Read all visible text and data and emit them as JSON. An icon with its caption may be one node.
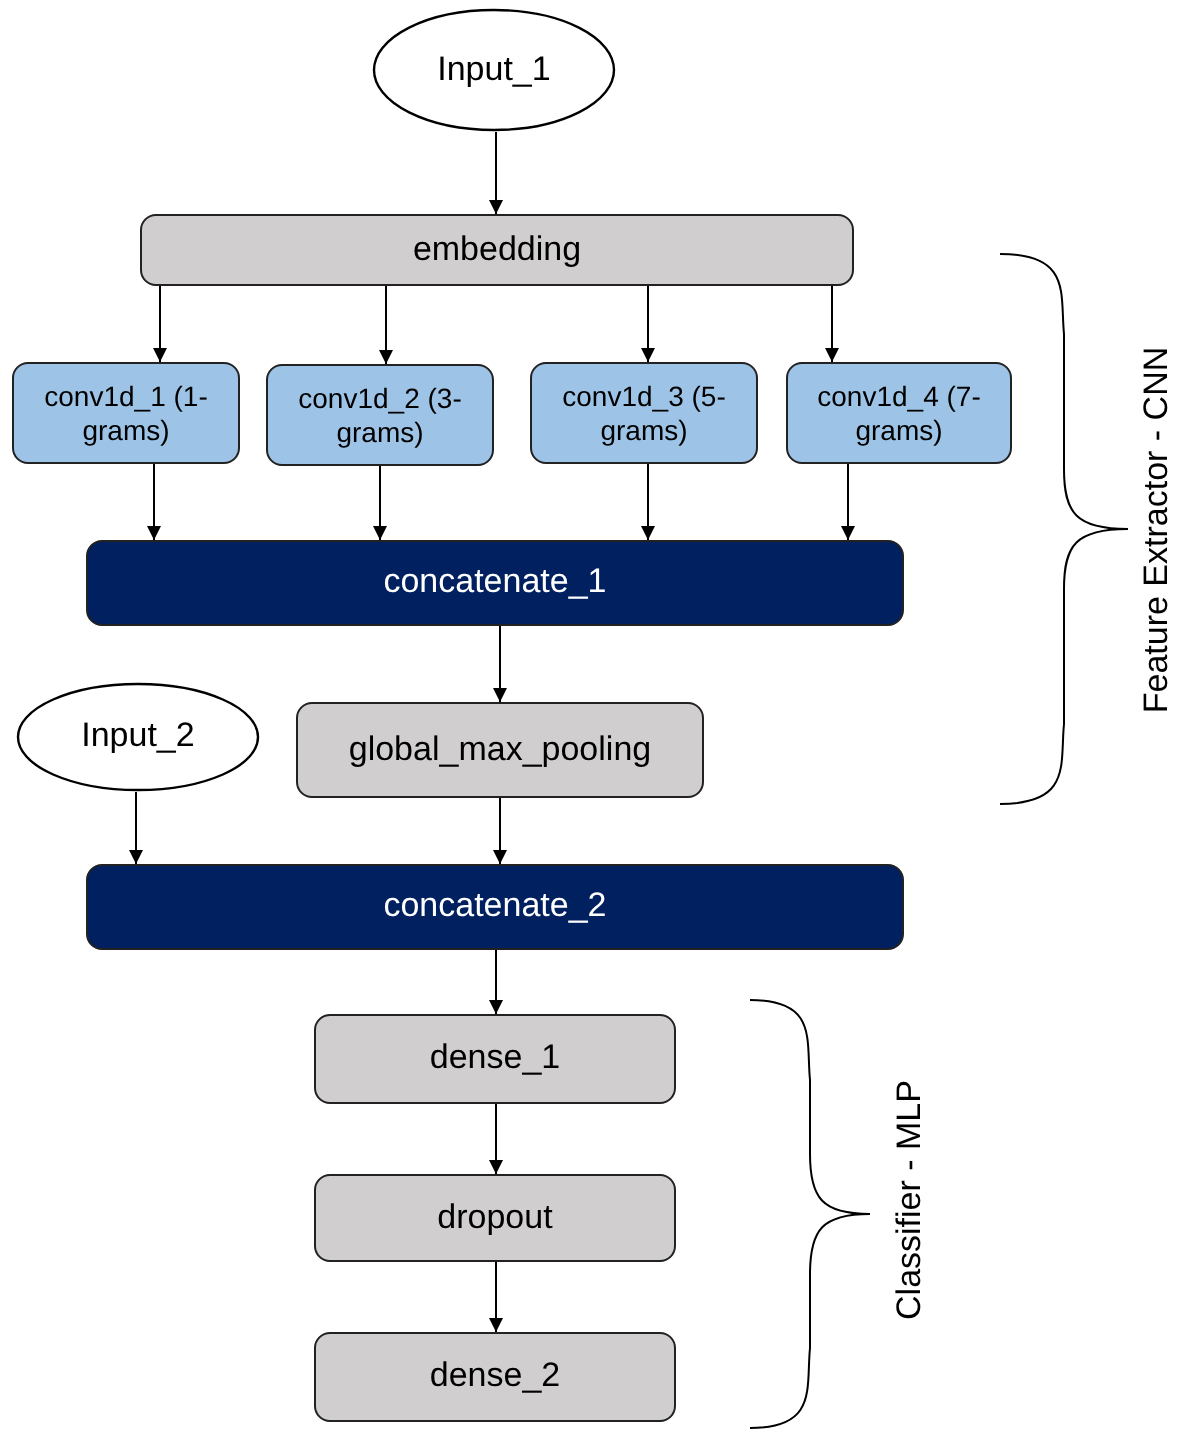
{
  "diagram": {
    "nodes": [
      {
        "text": [
          "Input_1"
        ]
      },
      {
        "text": [
          "embedding"
        ]
      },
      {
        "text": [
          "conv1d_1 (1-grams)"
        ]
      },
      {
        "text": [
          "conv1d_2 (3-grams)"
        ]
      },
      {
        "text": [
          "conv1d_3 (5-grams)"
        ]
      },
      {
        "text": [
          "conv1d_4 (7-grams)"
        ]
      },
      {
        "text": [
          "concatenate_1"
        ]
      },
      {
        "text": [
          "Input_2"
        ]
      },
      {
        "text": [
          "global_max_pooling"
        ]
      },
      {
        "text": [
          "concatenate_2"
        ]
      },
      {
        "text": [
          "dense_1"
        ]
      },
      {
        "text": [
          "dropout"
        ]
      },
      {
        "text": [
          "dense_2"
        ]
      }
    ],
    "edges": [
      {
        "from": 0,
        "to": 1,
        "arrow": "to"
      },
      {
        "from": 1,
        "to": 2,
        "arrow": "to"
      },
      {
        "from": 1,
        "to": 3,
        "arrow": "to"
      },
      {
        "from": 1,
        "to": 4,
        "arrow": "to"
      },
      {
        "from": 1,
        "to": 5,
        "arrow": "to"
      },
      {
        "from": 2,
        "to": 6,
        "arrow": "to"
      },
      {
        "from": 3,
        "to": 6,
        "arrow": "to"
      },
      {
        "from": 4,
        "to": 6,
        "arrow": "to"
      },
      {
        "from": 5,
        "to": 6,
        "arrow": "to"
      },
      {
        "from": 6,
        "to": 8,
        "arrow": "to"
      },
      {
        "from": 7,
        "to": 9,
        "arrow": "to"
      },
      {
        "from": 8,
        "to": 9,
        "arrow": "to"
      },
      {
        "from": 9,
        "to": 10,
        "arrow": "to"
      },
      {
        "from": 10,
        "to": 11,
        "arrow": "to"
      },
      {
        "from": 11,
        "to": 12,
        "arrow": "to"
      }
    ],
    "labels": [
      "Feature Extractor - CNN",
      "Classifier - MLP"
    ]
  }
}
